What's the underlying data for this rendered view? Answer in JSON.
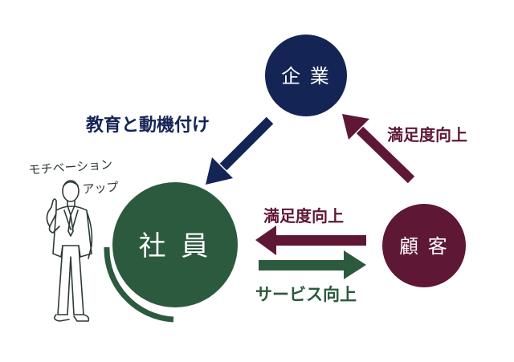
{
  "diagram": {
    "nodes": {
      "company": {
        "label": "企 業",
        "color": "#142455"
      },
      "employee": {
        "label": "社 員",
        "color": "#2c5a3e"
      },
      "customer": {
        "label": "顧 客",
        "color": "#5e1836"
      }
    },
    "edges": {
      "company_to_employee": {
        "label": "教育と動機付け",
        "color": "#142455"
      },
      "customer_to_company": {
        "label": "満足度向上",
        "color": "#5e1836"
      },
      "customer_to_employee": {
        "label": "満足度向上",
        "color": "#5e1836"
      },
      "employee_to_customer": {
        "label": "サービス向上",
        "color": "#2c5a3e"
      }
    },
    "annotation": {
      "line1": "モチベーション",
      "line2": "アップ"
    }
  }
}
